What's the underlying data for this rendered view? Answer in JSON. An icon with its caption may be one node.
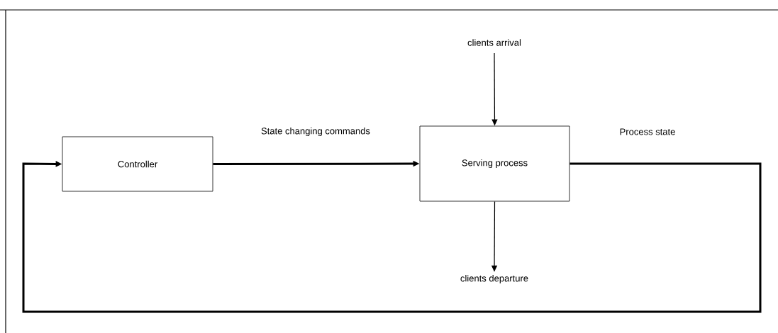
{
  "diagram": {
    "nodes": [
      {
        "text": [
          "Controller"
        ]
      },
      {
        "text": [
          "Serving process"
        ]
      },
      {
        "text": [
          "clients arrival"
        ]
      },
      {
        "text": [
          "clients departure"
        ]
      }
    ],
    "edges": [
      {
        "from": 0,
        "to": 1,
        "arrow": "to",
        "label": "State changing commands",
        "style": "thick"
      },
      {
        "from": 2,
        "to": 1,
        "arrow": "to"
      },
      {
        "from": 1,
        "to": 3,
        "arrow": "to"
      },
      {
        "from": 1,
        "to": 0,
        "arrow": "to",
        "label": "Process state",
        "style": "thick"
      }
    ]
  }
}
